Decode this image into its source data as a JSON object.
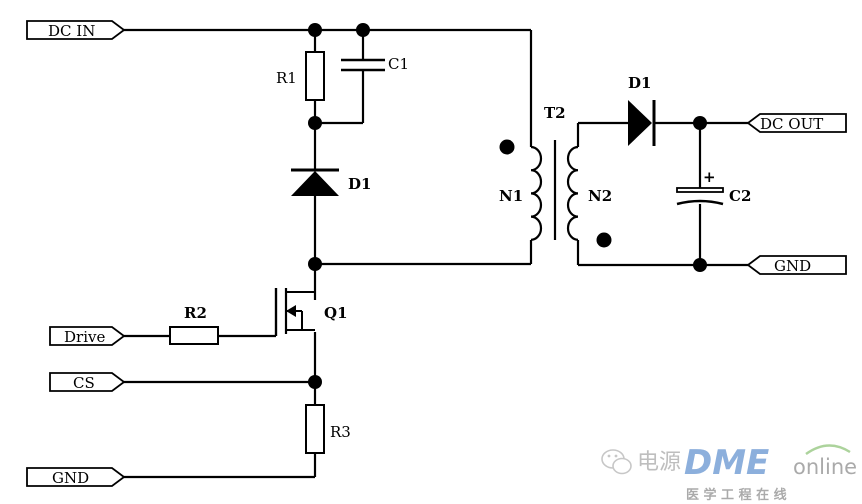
{
  "ports": {
    "dc_in": "DC IN",
    "dc_out": "DC OUT",
    "gnd_out": "GND",
    "drive": "Drive",
    "cs": "CS",
    "gnd_in": "GND"
  },
  "components": {
    "r1": "R1",
    "c1": "C1",
    "d1_clamp": "D1",
    "t2": "T2",
    "n1": "N1",
    "n2": "N2",
    "d1_out": "D1",
    "c2": "C2",
    "c2_polarity": "+",
    "r2": "R2",
    "q1": "Q1",
    "r3": "R3"
  },
  "watermark": {
    "title": "电源",
    "brand_main": "DME",
    "brand_sub": "online",
    "tagline": "医 学 工 程 在 线"
  }
}
